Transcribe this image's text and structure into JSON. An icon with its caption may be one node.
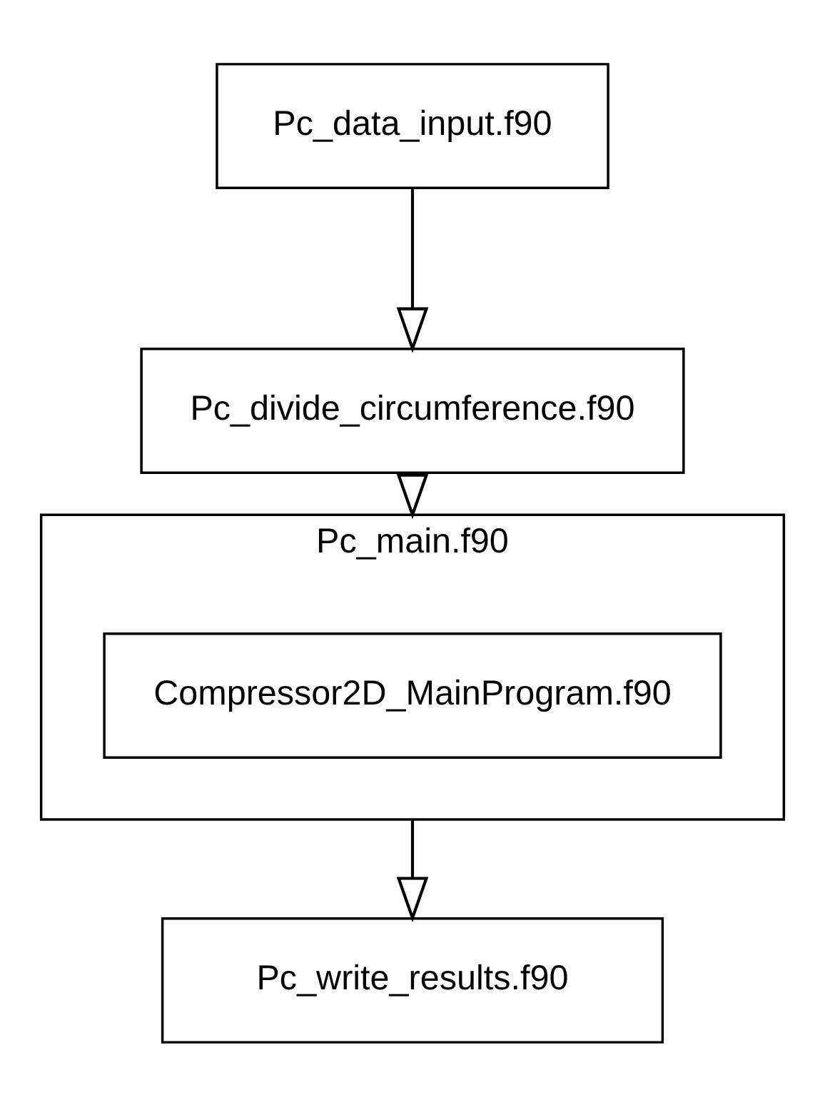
{
  "diagram": {
    "nodes": [
      {
        "text": [
          "Pc_data_input.f90"
        ]
      },
      {
        "text": [
          "Pc_divide_circumference.f90"
        ]
      },
      {
        "text": [
          "Pc_main.f90"
        ]
      },
      {
        "text": [
          "Compressor2D_MainProgram.f90"
        ],
        "in": 2
      },
      {
        "text": [
          "Pc_write_results.f90"
        ]
      }
    ],
    "edges": [
      {
        "from": 0,
        "to": 1,
        "arrow": "to"
      },
      {
        "from": 1,
        "to": 2,
        "arrow": "to"
      },
      {
        "from": 2,
        "to": 4,
        "arrow": "to"
      }
    ]
  }
}
